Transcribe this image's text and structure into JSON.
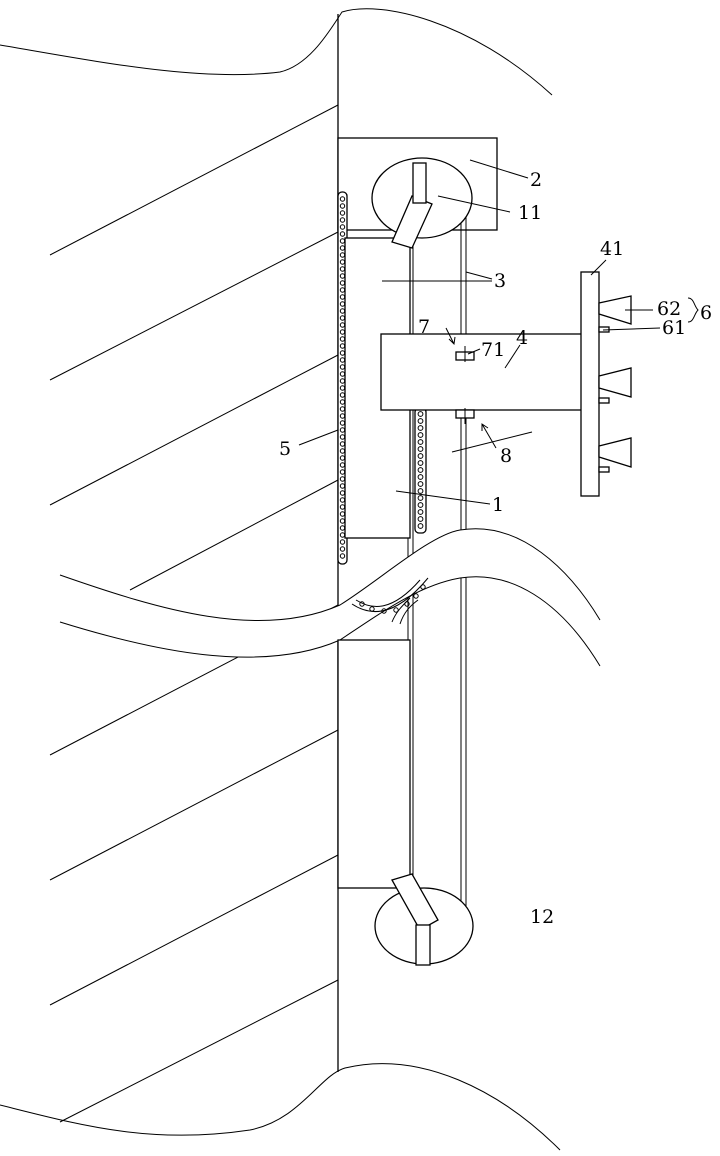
{
  "figure": {
    "type": "patent mechanical line drawing",
    "labels": {
      "p1": "1",
      "p2": "2",
      "p3": "3",
      "p4": "4",
      "p5": "5",
      "p6": "6",
      "p7": "7",
      "p8": "8",
      "p11": "11",
      "p12": "12",
      "p41": "41",
      "p61": "61",
      "p62": "62",
      "p71": "71"
    }
  }
}
